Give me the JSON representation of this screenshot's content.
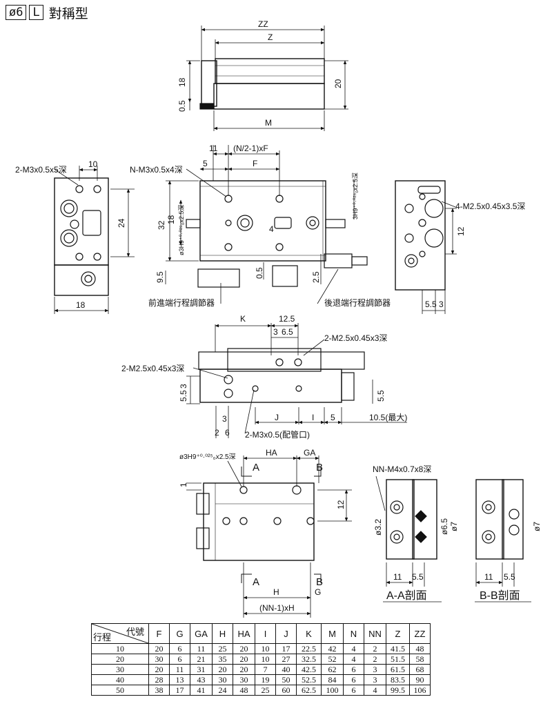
{
  "title": {
    "box1": "ø6",
    "box2": "L",
    "text": "對稱型"
  },
  "dims": {
    "zz": "ZZ",
    "z": "Z",
    "m": "M",
    "d18": "18",
    "d20": "20",
    "d05": "0.5",
    "side_10": "10",
    "side_thread": "2-M3x0.5x5深",
    "side_24": "24",
    "side_18": "18",
    "front_11": "11",
    "front_nf": "(N/2-1)xF",
    "front_nthread": "N-M3x0.5x4深",
    "front_5": "5",
    "front_f": "F",
    "front_32": "32",
    "front_18": "18",
    "front_hole": "ø3H9⁺⁰·⁰²⁵₀x2.5深",
    "front_4": "4",
    "front_95": "9.5",
    "front_05": "0.5",
    "front_25": "2.5",
    "front_rhole": "3H9⁺⁰·⁰²⁵₀x2.5深",
    "front_adj_left": "前進端行程調節器",
    "front_adj_right": "後退端行程調節器",
    "end_thread": "4-M2.5x0.45x3.5深",
    "end_12": "12",
    "end_55": "5.5",
    "end_3": "3",
    "mid_k": "K",
    "mid_125": "12.5",
    "mid_3": "3",
    "mid_65": "6.5",
    "mid_thread1": "2-M2.5x0.45x3深",
    "mid_thread2": "2-M2.5x0.45x3深",
    "mid_35": "3",
    "mid_55a": "5.5",
    "mid_55b": "5.5",
    "mid_j": "J",
    "mid_i": "I",
    "mid_5": "5",
    "mid_105": "10.5(最大)",
    "mid_3b": "3",
    "mid_2": "2",
    "mid_6": "6",
    "mid_port": "2-M3x0.5(配管口)",
    "bot_hole": "ø3H9⁺⁰·⁰²⁵₀x2.5深",
    "bot_ha": "HA",
    "bot_ga": "GA",
    "bot_a": "A",
    "bot_b": "B",
    "bot_1": "1",
    "bot_12": "12",
    "bot_a2": "A",
    "bot_b2": "B",
    "bot_h": "H",
    "bot_g": "G",
    "bot_nnh": "(NN-1)xH",
    "sec_thread": "NN-M4x0.7x8深",
    "sec_32": "ø3.2",
    "sec_65": "ø6.5",
    "sec_7": "ø7",
    "sec_7b": "ø7",
    "sec_11a": "11",
    "sec_55a": "5.5",
    "sec_11b": "11",
    "sec_55b": "5.5",
    "sec_aa": "A-A剖面",
    "sec_bb": "B-B剖面"
  },
  "table": {
    "corner_top": "代號",
    "corner_bottom": "行程",
    "headers": [
      "F",
      "G",
      "GA",
      "H",
      "HA",
      "I",
      "J",
      "K",
      "M",
      "N",
      "NN",
      "Z",
      "ZZ"
    ],
    "rows": [
      [
        "10",
        "20",
        "6",
        "11",
        "25",
        "20",
        "10",
        "17",
        "22.5",
        "42",
        "4",
        "2",
        "41.5",
        "48"
      ],
      [
        "20",
        "30",
        "6",
        "21",
        "35",
        "20",
        "10",
        "27",
        "32.5",
        "52",
        "4",
        "2",
        "51.5",
        "58"
      ],
      [
        "30",
        "20",
        "11",
        "31",
        "20",
        "20",
        "7",
        "40",
        "42.5",
        "62",
        "6",
        "3",
        "61.5",
        "68"
      ],
      [
        "40",
        "28",
        "13",
        "43",
        "30",
        "30",
        "19",
        "50",
        "52.5",
        "84",
        "6",
        "3",
        "83.5",
        "90"
      ],
      [
        "50",
        "38",
        "17",
        "41",
        "24",
        "48",
        "25",
        "60",
        "62.5",
        "100",
        "6",
        "4",
        "99.5",
        "106"
      ]
    ]
  }
}
